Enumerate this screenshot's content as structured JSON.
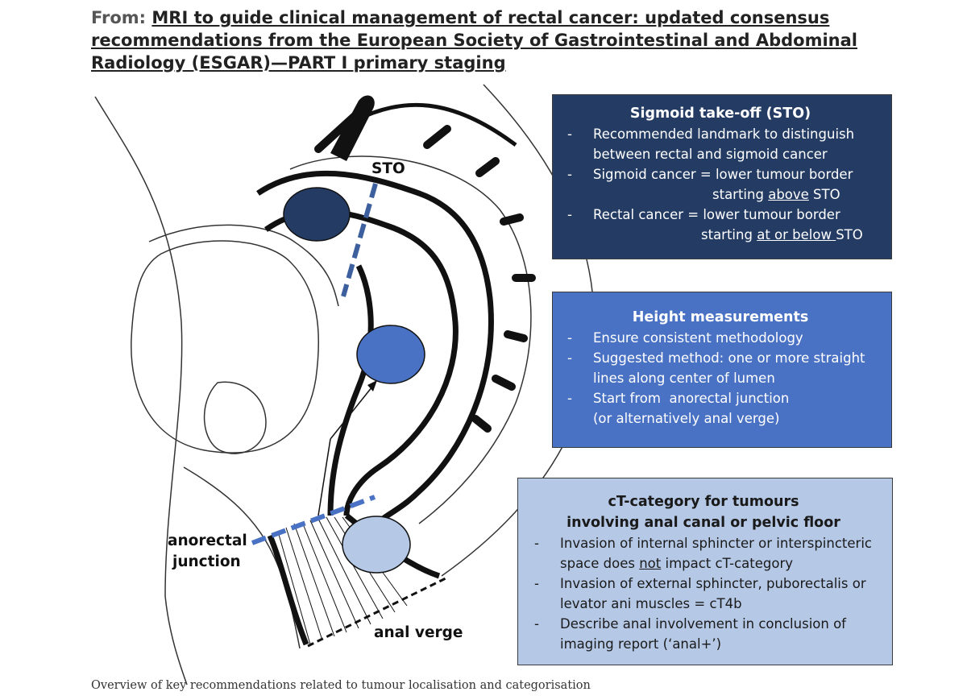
{
  "header": {
    "from_label": "From:",
    "title": "MRI to guide clinical management of rectal cancer: updated consensus recommendations from the European Society of Gastrointestinal and Abdominal Radiology (ESGAR)—PART I primary staging"
  },
  "figure": {
    "labels": {
      "sto": "STO",
      "anorectal_line1": "anorectal",
      "anorectal_line2": "junction",
      "anal_verge": "anal verge"
    },
    "colors": {
      "box1_bg": "#243c64",
      "box2_bg": "#4a72c4",
      "box3_bg": "#b5c8e6",
      "tumour_top": "#243c64",
      "tumour_mid": "#4a72c4",
      "tumour_low": "#b5c8e6",
      "dashed_line": "#3d5f9e"
    },
    "box1": {
      "title": "Sigmoid take-off (STO)",
      "items": [
        {
          "dash": "-",
          "line1": "Recommended landmark to distinguish",
          "line2": "between rectal and sigmoid cancer"
        },
        {
          "dash": "-",
          "line1": "Sigmoid cancer = lower tumour border",
          "line2_pre": "starting ",
          "line2_u": "above",
          "line2_post": " STO"
        },
        {
          "dash": "-",
          "line1": "Rectal cancer = lower tumour border",
          "line2_pre": "starting ",
          "line2_u": "at or below ",
          "line2_post": "STO"
        }
      ]
    },
    "box2": {
      "title": "Height measurements",
      "items": [
        {
          "dash": "-",
          "line1": "Ensure consistent methodology"
        },
        {
          "dash": "-",
          "line1": "Suggested method: one or more straight",
          "line2": "lines along center of lumen"
        },
        {
          "dash": "-",
          "line1": "Start from  anorectal junction",
          "line2": "(or alternatively anal verge)"
        }
      ]
    },
    "box3": {
      "title_line1": "cT-category for tumours",
      "title_line2": "involving anal canal or pelvic floor",
      "items": [
        {
          "dash": "-",
          "line1": "Invasion of internal sphincter or interspincteric",
          "line2_pre": "space does ",
          "line2_u": "not",
          "line2_post": " impact cT-category"
        },
        {
          "dash": "-",
          "line1": "Invasion of external sphincter, puborectalis or",
          "line2": "levator ani muscles = cT4b"
        },
        {
          "dash": "-",
          "line1": "Describe anal involvement in conclusion of",
          "line2": "imaging report (‘anal+’)"
        }
      ]
    }
  },
  "caption": "Overview of key recommendations related to tumour localisation and categorisation"
}
